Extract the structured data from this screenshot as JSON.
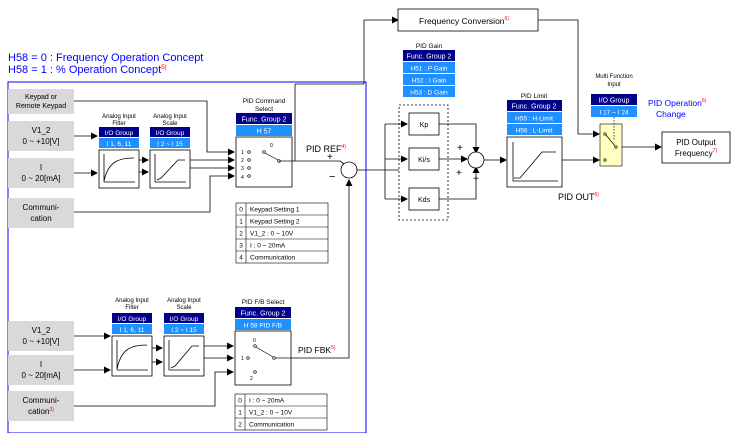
{
  "header": {
    "h58_0": "H58 = 0 : Frequency Operation Concept",
    "h58_1": "H58 = 1 : % Operation Concept",
    "h58_1_note": "5)"
  },
  "inputs_top": {
    "keypad": [
      "Keypad or",
      "Remote Keypad"
    ],
    "v1": [
      "V1_2",
      "0 ~ +10[V]"
    ],
    "i": [
      "I",
      "0 ~ 20[mA]"
    ],
    "comm": [
      "Communi-",
      "cation"
    ]
  },
  "inputs_bottom": {
    "v1": [
      "V1_2",
      "0 ~ +10[V]"
    ],
    "i": [
      "I",
      "0 ~ 20[mA]"
    ],
    "comm": [
      "Communi-",
      "cation"
    ],
    "comm_note": "3)"
  },
  "analog_filter_top": {
    "title": [
      "Analog Input",
      "Filter"
    ],
    "group": "I/O Group",
    "param": "I 1, 6, 11"
  },
  "analog_scale_top": {
    "title": [
      "Analog Input",
      "Scale"
    ],
    "group": "I/O Group",
    "param": "I 2 ~ I 15"
  },
  "analog_filter_bottom": {
    "title": [
      "Analog Input",
      "Filter"
    ],
    "group": "I/O Group",
    "param": "I 1, 6, 11"
  },
  "analog_scale_bottom": {
    "title": [
      "Analog Input",
      "Scale"
    ],
    "group": "I/O Group",
    "param": "I 2 ~ I 15"
  },
  "pid_cmd_select": {
    "title": [
      "PID Command",
      "Select"
    ],
    "group": "Func. Group 2",
    "param": "H 57",
    "switch_nums": [
      "0",
      "1",
      "2",
      "3",
      "4"
    ],
    "table": [
      [
        "0",
        "Keypad Setting 1"
      ],
      [
        "1",
        "Keypad Setting 2"
      ],
      [
        "2",
        "V1_2 : 0 ~ 10V"
      ],
      [
        "3",
        "I : 0 ~ 20mA"
      ],
      [
        "4",
        "Communication"
      ]
    ]
  },
  "pid_fb_select": {
    "title": "PID F/B Select",
    "group": "Func. Group 2",
    "param": "H 58 PID F/B",
    "switch_nums": [
      "0",
      "1",
      "2"
    ],
    "table": [
      [
        "0",
        "I : 0 ~ 20mA"
      ],
      [
        "1",
        "V1_2 : 0 ~ 10V"
      ],
      [
        "2",
        "Communication"
      ]
    ]
  },
  "signals": {
    "pid_ref": "PID REF",
    "pid_ref_note": "4)",
    "pid_fbk": "PID FBK",
    "pid_fbk_note": "5)",
    "plus": "+",
    "minus": "−",
    "pid_out": "PID OUT",
    "pid_out_note": "6)"
  },
  "freq_conv": {
    "label": "Frequency Conversion",
    "note": "6)"
  },
  "pid_gain": {
    "title": "PID Gain",
    "group": "Func. Group 2",
    "params": [
      "H51 : P Gain",
      "H52 : I Gain",
      "H53 : D Gain"
    ],
    "blocks": [
      "Kp",
      "Ki/s",
      "Kds"
    ]
  },
  "pid_limit": {
    "title": "PID Limit",
    "group": "Func. Group 2",
    "params": [
      "H55 : H-Limit",
      "H56 : L-Limit"
    ]
  },
  "mfi": {
    "title": [
      "Multi Function",
      "Input"
    ],
    "group": "I/O Group",
    "param": "I 17 ~ I 24"
  },
  "pid_op_change": {
    "lines": [
      "PID Operation",
      "Change"
    ],
    "note": "6)"
  },
  "pid_output": {
    "lines": [
      "PID Output",
      "Frequency"
    ],
    "note": "7)"
  },
  "colors": {
    "blue_line": "#0000ff",
    "group_box": "#00008b",
    "param_box": "#1e90ff",
    "highlight": "#ffffc0",
    "note_red": "#ff0000"
  }
}
